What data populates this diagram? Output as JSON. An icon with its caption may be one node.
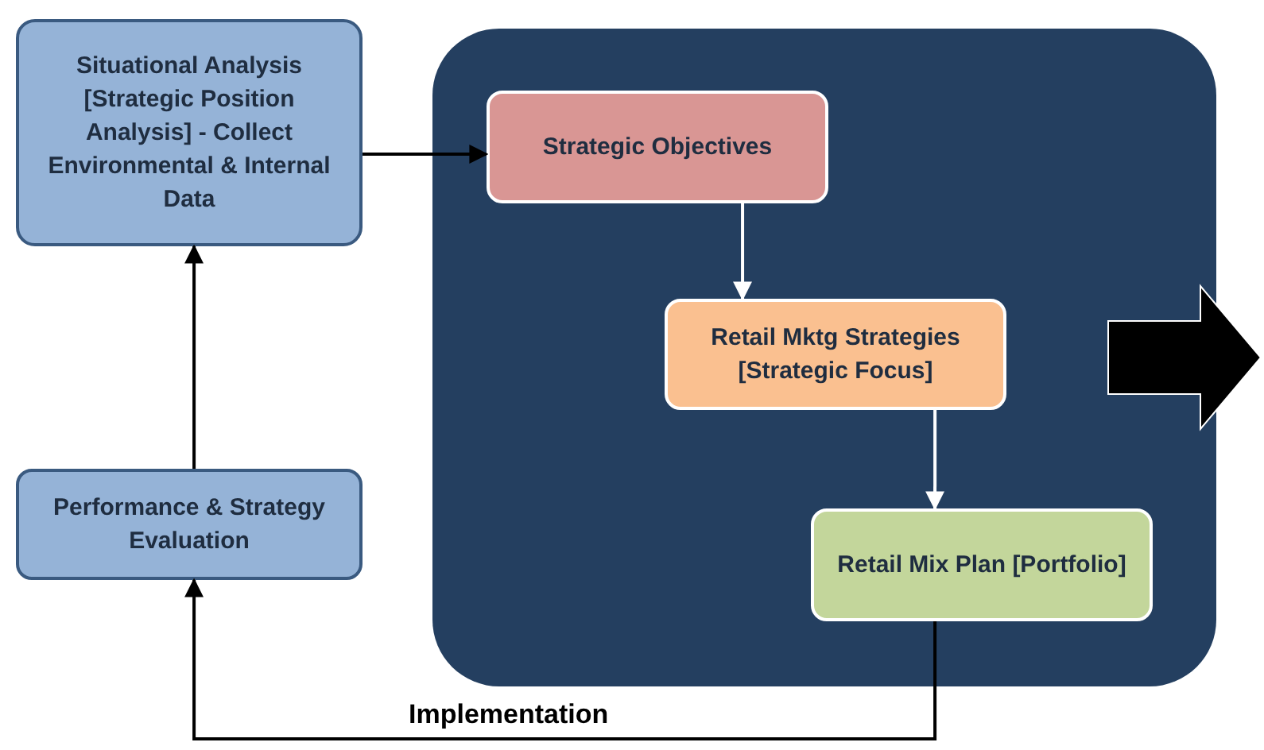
{
  "diagram": {
    "nodes": [
      {
        "text": [
          "Situational Analysis [Strategic Position Analysis] - Collect Environmental & Internal Data"
        ]
      },
      {
        "text": [
          "Performance & Strategy Evaluation"
        ]
      },
      {
        "text": [],
        "shape": "box"
      },
      {
        "text": [
          "Strategic Objectives"
        ],
        "in": 2
      },
      {
        "text": [
          "Retail Mktg Strategies [Strategic Focus]"
        ],
        "in": 2
      },
      {
        "text": [
          "Retail Mix Plan [Portfolio]"
        ],
        "in": 2
      }
    ],
    "edges": [
      {
        "from": 0,
        "to": 3,
        "arrow": "to"
      },
      {
        "from": 3,
        "to": 4,
        "arrow": "to",
        "color": "#ffffff"
      },
      {
        "from": 4,
        "to": 5,
        "arrow": "to",
        "color": "#ffffff"
      },
      {
        "from": 5,
        "to": 1,
        "arrow": "to",
        "label": "Implementation"
      },
      {
        "from": 1,
        "to": 0,
        "arrow": "to"
      },
      {
        "from": 2,
        "to": null,
        "arrow": "to",
        "style": "thick"
      }
    ]
  }
}
